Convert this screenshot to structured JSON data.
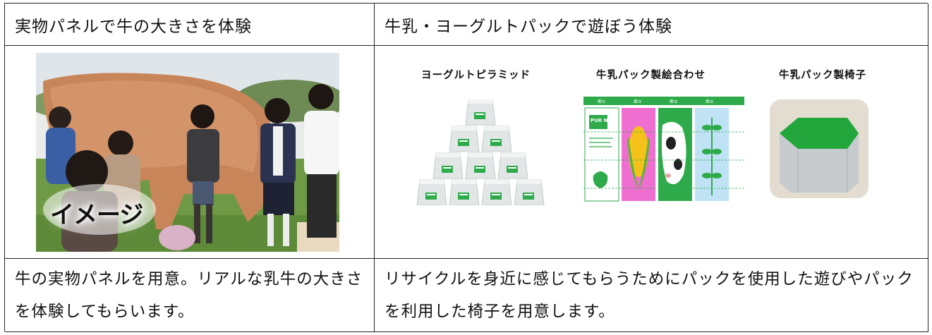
{
  "headers": {
    "left": "実物パネルで牛の大きさを体験",
    "right": "牛乳・ヨーグルトパックで遊ぼう体験"
  },
  "left_image": {
    "overlay_text": "イメージ"
  },
  "right_images": {
    "pyramid_title": "ヨーグルトピラミッド",
    "matching_title": "牛乳パック製絵合わせ",
    "chair_title": "牛乳パック製椅子",
    "panel_labels": [
      "面①",
      "面②",
      "面③",
      "面④"
    ],
    "carton_brand": "PUR NATUR"
  },
  "descriptions": {
    "left": "牛の実物パネルを用意。リアルな乳牛の大きさを体験してもらいます。",
    "right": "リサイクルを身近に感じてもらうためにパックを使用した遊びやパックを利用した椅子を用意します。"
  },
  "colors": {
    "carton_green": "#2eaa4a",
    "chair_green": "#22a63c",
    "panel_pink": "#ef6fd1",
    "panel_blue": "#bfe3f5"
  }
}
